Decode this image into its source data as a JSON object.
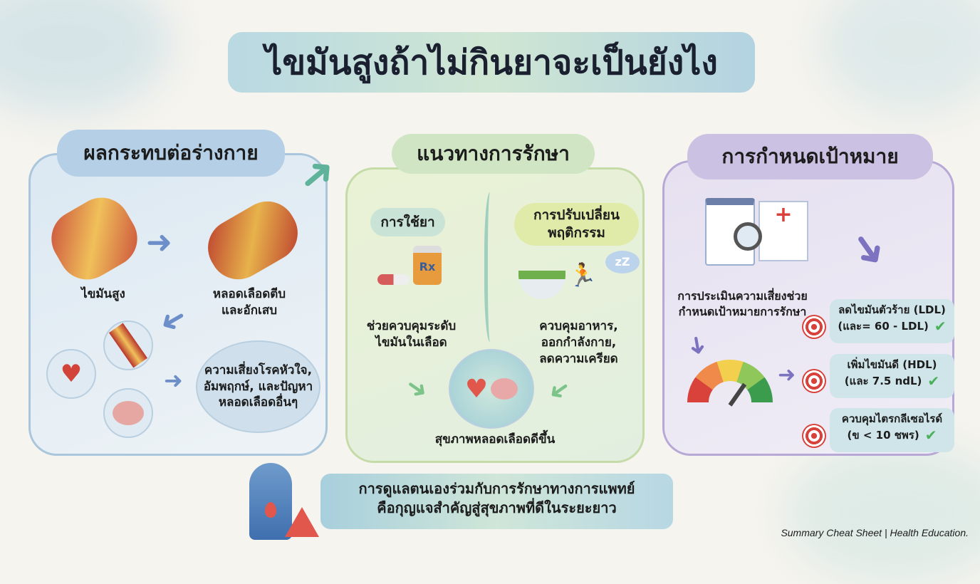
{
  "title": "ไขมันสูงถ้าไม่กินยาจะเป็นยังไง",
  "panel_effects": {
    "header": "ผลกระทบต่อร่างกาย",
    "high_fat": "ไขมันสูง",
    "vessel_label_1": "หลอดเลือดตีบ",
    "vessel_label_2": "และอักเสบ",
    "risk_1": "ความเสี่ยงโรคหัวใจ,",
    "risk_2": "อัมพฤกษ์, และปัญหา",
    "risk_3": "หลอดเลือดอื่นๆ"
  },
  "panel_treatment": {
    "header": "แนวทางการรักษา",
    "medication": {
      "title": "การใช้ยา",
      "desc_1": "ช่วยควบคุมระดับ",
      "desc_2": "ไขมันในเลือด",
      "rx": "Rx"
    },
    "behavior": {
      "title_1": "การปรับเปลี่ยน",
      "title_2": "พฤติกรรม",
      "desc_1": "ควบคุมอาหาร,",
      "desc_2": "ออกกำลังกาย,",
      "desc_3": "ลดความเครียด",
      "sleep": "zZ"
    },
    "result": "สุขภาพหลอดเลือดดีขึ้น"
  },
  "panel_goals": {
    "header": "การกำหนดเป้าหมาย",
    "assess_1": "การประเมินความเสี่ยงช่วย",
    "assess_2": "กำหนดเป้าหมายการรักษา",
    "goals": [
      {
        "line1": "ลดไขมันตัวร้าย (LDL)",
        "line2": "(และ= 60 - LDL)"
      },
      {
        "line1": "เพิ่มไขมันดี (HDL)",
        "line2": "(และ 7.5 ndL)"
      },
      {
        "line1": "ควบคุมไตรกลีเซอไรด์",
        "line2": "(ข < 10 ชพร)"
      }
    ]
  },
  "bottom": {
    "line1": "การดูแลตนเองร่วมกับการรักษาทางการแพทย์",
    "line2": "คือกุญแจสำคัญสู่สุขภาพที่ดีในระยะยาว"
  },
  "footer": "Summary Cheat Sheet | Health Education.",
  "colors": {
    "blue_panel": "#a9c6dc",
    "green_panel": "#c5dba8",
    "purple_panel": "#b7a8d6",
    "check": "#4bb05a",
    "target": "#d9423b"
  }
}
